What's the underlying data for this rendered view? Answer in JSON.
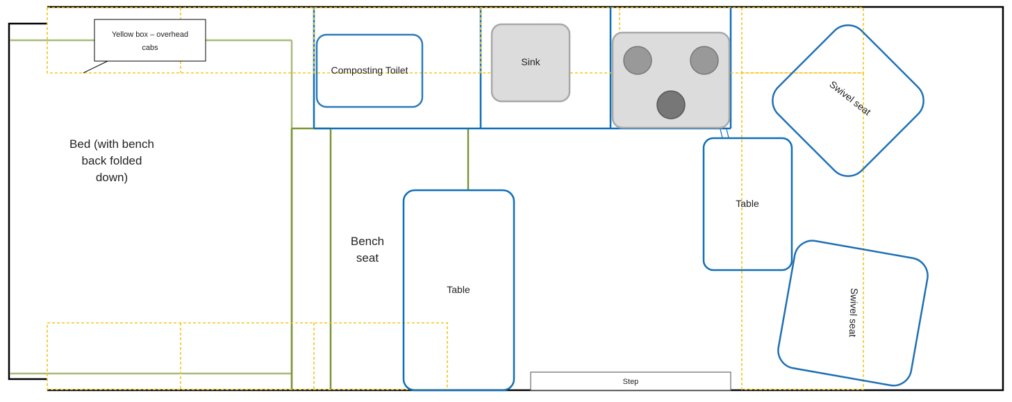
{
  "callout": {
    "line1": "Yellow box – overhead",
    "line2": "cabs"
  },
  "bed": {
    "line1": "Bed (with bench",
    "line2": "back folded",
    "line3": "down)"
  },
  "bench": {
    "line1": "Bench",
    "line2": "seat"
  },
  "labels": {
    "toilet": "Composting Toilet",
    "sink": "Sink",
    "table_center": "Table",
    "table_right": "Table",
    "swivel_top": "Swivel seat",
    "swivel_bottom": "Swivel seat",
    "step": "Step"
  },
  "colors": {
    "outline": "#000000",
    "blue_dark": "#0e6eb8",
    "blue_light": "#5a9fd0",
    "green_dark": "#6f8a2c",
    "green_light": "#a7bb78",
    "yellow": "#f5c518",
    "appliance_fill": "#dcdcdc",
    "appliance_stroke": "#a8a8a8",
    "burner": "#999999",
    "burner_dark": "#777777"
  }
}
